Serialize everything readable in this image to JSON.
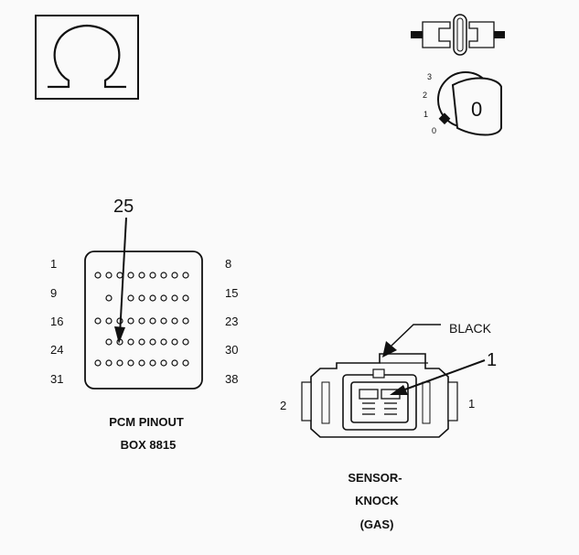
{
  "ohm_symbol": {
    "glyph": "Ω",
    "icon": "ohm-meter-icon"
  },
  "ignition_key": {
    "icon": "ignition-key-icon",
    "positions": [
      "3",
      "2",
      "1",
      "0"
    ],
    "key_label": "0"
  },
  "fuse_icon": "jumper-fuse-icon",
  "pcm": {
    "callout": "25",
    "row_labels_left": [
      "1",
      "9",
      "16",
      "24",
      "31"
    ],
    "row_labels_right": [
      "8",
      "15",
      "23",
      "30",
      "38"
    ],
    "caption_line1": "PCM PINOUT",
    "caption_line2": "BOX 8815"
  },
  "sensor": {
    "wire_color": "BLACK",
    "callout": "1",
    "pin_left": "2",
    "pin_right": "1",
    "caption_line1": "SENSOR-",
    "caption_line2": "KNOCK",
    "caption_line3": "(GAS)"
  }
}
